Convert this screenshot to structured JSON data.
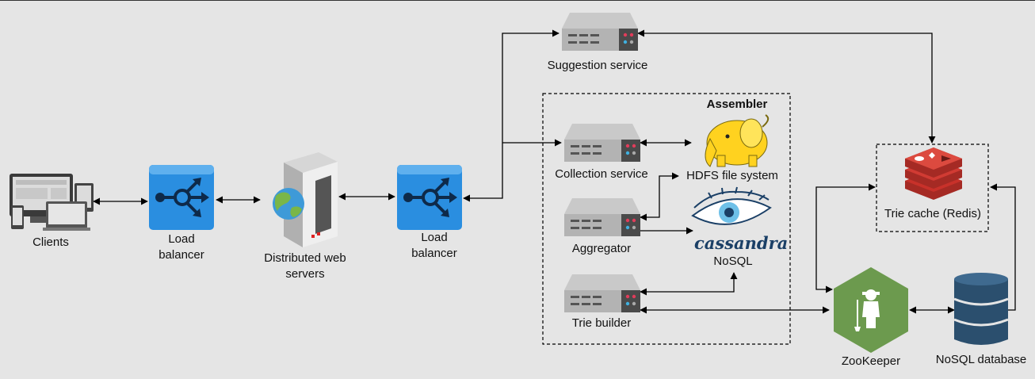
{
  "nodes": {
    "clients": "Clients",
    "load_balancer_1": [
      "Load",
      "balancer"
    ],
    "web_servers": [
      "Distributed web",
      "servers"
    ],
    "load_balancer_2": [
      "Load",
      "balancer"
    ],
    "suggestion_service": "Suggestion service",
    "assembler_title": "Assembler",
    "collection_service": "Collection service",
    "hdfs": "HDFS file system",
    "aggregator": "Aggregator",
    "cassandra_logo": "cassandra",
    "cassandra_db": "NoSQL",
    "trie_builder": "Trie builder",
    "trie_cache": "Trie cache (Redis)",
    "zookeeper": "ZooKeeper",
    "nosql_database": "NoSQL database"
  },
  "colors": {
    "background": "#e5e5e5",
    "load_balancer": "#2a8ee0",
    "zookeeper": "#6c9a4e",
    "redis": "#c8312a",
    "database": "#2b4f6e",
    "hadoop": "#ffd21f"
  }
}
